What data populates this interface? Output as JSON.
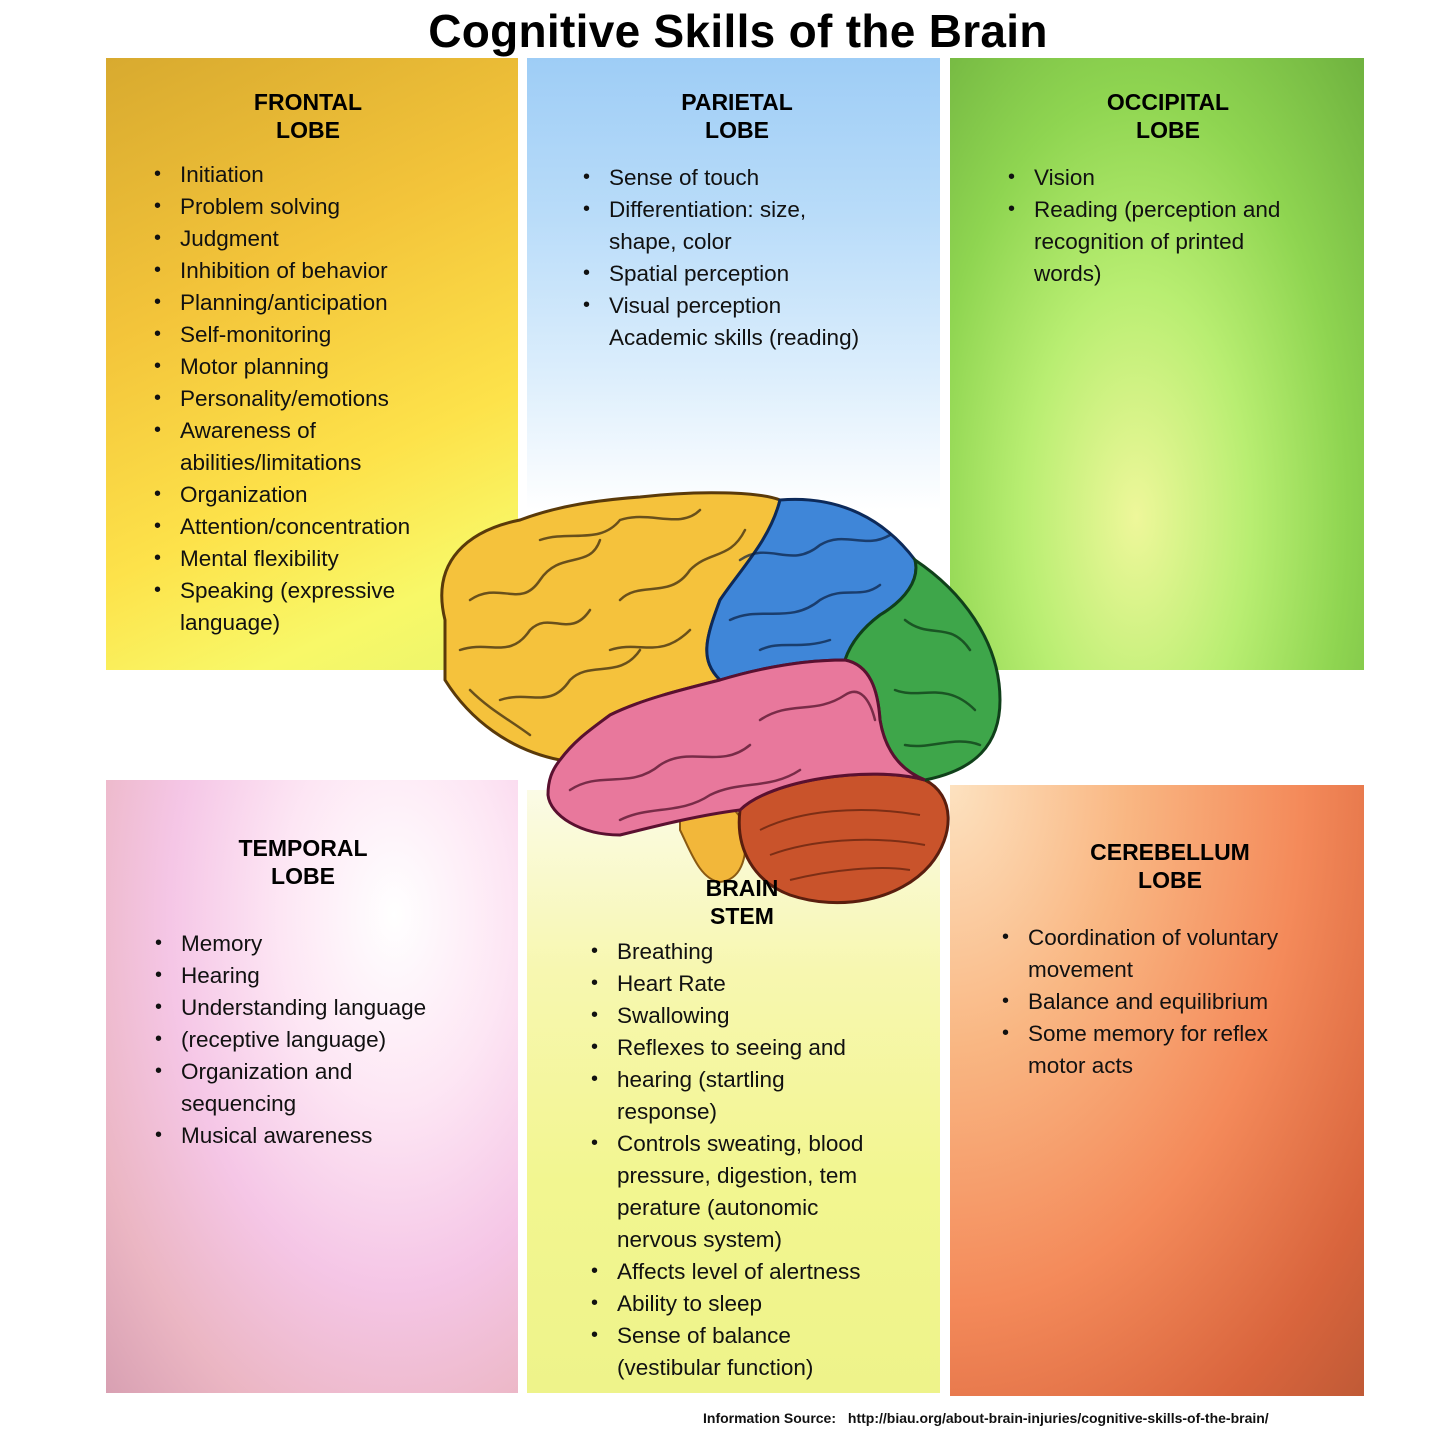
{
  "title": "Cognitive Skills of the Brain",
  "panels": {
    "frontal": {
      "title": [
        "FRONTAL",
        "LOBE"
      ],
      "items": [
        {
          "text": "Initiation",
          "bullet": true
        },
        {
          "text": "Problem solving",
          "bullet": true
        },
        {
          "text": "Judgment",
          "bullet": true
        },
        {
          "text": "Inhibition of behavior",
          "bullet": true
        },
        {
          "text": "Planning/anticipation",
          "bullet": true
        },
        {
          "text": "Self-monitoring",
          "bullet": true
        },
        {
          "text": "Motor planning",
          "bullet": true
        },
        {
          "text": "Personality/emotions",
          "bullet": true
        },
        {
          "text": "Awareness of",
          "bullet": true
        },
        {
          "text": "abilities/limitations",
          "bullet": false
        },
        {
          "text": "Organization",
          "bullet": true
        },
        {
          "text": "Attention/concentration",
          "bullet": true
        },
        {
          "text": "Mental flexibility",
          "bullet": true
        },
        {
          "text": "Speaking (expressive",
          "bullet": true
        },
        {
          "text": "language)",
          "bullet": false
        }
      ]
    },
    "parietal": {
      "title": [
        "PARIETAL",
        "LOBE"
      ],
      "items": [
        {
          "text": "Sense of touch",
          "bullet": true
        },
        {
          "text": "Differentiation: size,",
          "bullet": true
        },
        {
          "text": "shape, color",
          "bullet": false
        },
        {
          "text": "Spatial perception",
          "bullet": true
        },
        {
          "text": "Visual perception",
          "bullet": true
        },
        {
          "text": "Academic skills (reading)",
          "bullet": false
        }
      ]
    },
    "occipital": {
      "title": [
        "OCCIPITAL",
        "LOBE"
      ],
      "items": [
        {
          "text": "Vision",
          "bullet": true
        },
        {
          "text": "Reading (perception and",
          "bullet": true
        },
        {
          "text": "recognition of printed",
          "bullet": false
        },
        {
          "text": " words)",
          "bullet": false
        }
      ]
    },
    "temporal": {
      "title": [
        "TEMPORAL",
        "LOBE"
      ],
      "items": [
        {
          "text": "Memory",
          "bullet": true
        },
        {
          "text": "Hearing",
          "bullet": true
        },
        {
          "text": "Understanding language",
          "bullet": true
        },
        {
          "text": "(receptive language)",
          "bullet": true
        },
        {
          "text": "Organization and",
          "bullet": true
        },
        {
          "text": "sequencing",
          "bullet": false
        },
        {
          "text": "Musical awareness",
          "bullet": true
        }
      ]
    },
    "stem": {
      "title": [
        "BRAIN",
        "STEM"
      ],
      "items": [
        {
          "text": "Breathing",
          "bullet": true
        },
        {
          "text": "Heart Rate",
          "bullet": true
        },
        {
          "text": "Swallowing",
          "bullet": true
        },
        {
          "text": "Reflexes to seeing and",
          "bullet": true
        },
        {
          "text": " hearing (startling",
          "bullet": true
        },
        {
          "text": " response)",
          "bullet": false
        },
        {
          "text": "Controls sweating, blood",
          "bullet": true
        },
        {
          "text": " pressure, digestion, tem",
          "bullet": false
        },
        {
          "text": " perature (autonomic",
          "bullet": false
        },
        {
          "text": " nervous system)",
          "bullet": false
        },
        {
          "text": "Affects level of alertness",
          "bullet": true
        },
        {
          "text": "Ability to sleep",
          "bullet": true
        },
        {
          "text": "Sense of balance",
          "bullet": true
        },
        {
          "text": " (vestibular function)",
          "bullet": false
        }
      ]
    },
    "cerebellum": {
      "title": [
        "CEREBELLUM",
        "LOBE"
      ],
      "items": [
        {
          "text": "Coordination of voluntary",
          "bullet": true
        },
        {
          "text": "movement",
          "bullet": false
        },
        {
          "text": "Balance and equilibrium",
          "bullet": true
        },
        {
          "text": "Some memory for reflex",
          "bullet": true
        },
        {
          "text": "motor acts",
          "bullet": false
        }
      ]
    }
  },
  "source": {
    "label": "Information Source:",
    "url": "http://biau.org/about-brain-injuries/cognitive-skills-of-the-brain/"
  },
  "colors": {
    "frontal": "#f5c23c",
    "parietal": "#3f86d8",
    "occipital": "#3ea64a",
    "temporal": "#e8789c",
    "cerebellum": "#c9532b",
    "stem": "#f2b73a"
  }
}
